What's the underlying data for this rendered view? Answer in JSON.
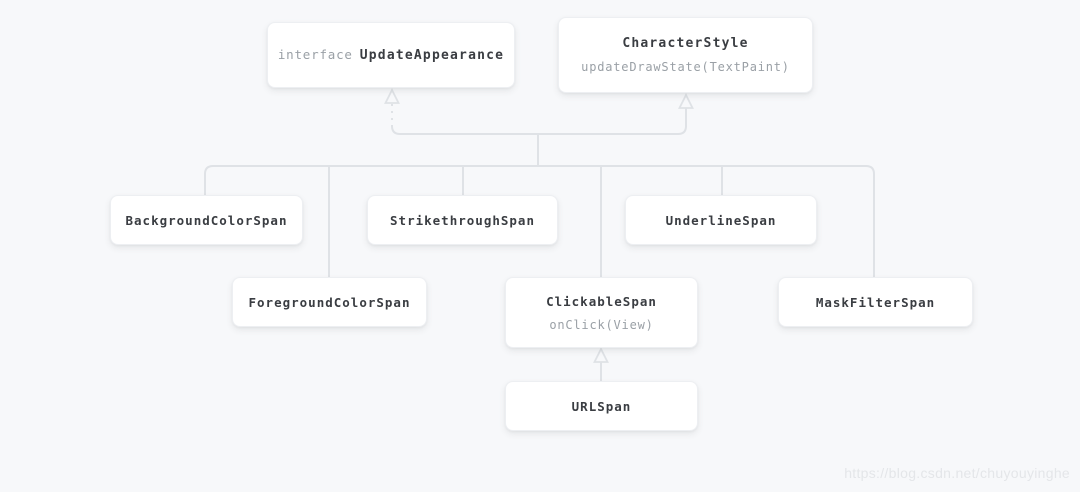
{
  "diagram": {
    "title_hint": "Android text span class hierarchy",
    "nodes": [
      {
        "id": "update-appearance",
        "keyword": "interface",
        "name": "UpdateAppearance",
        "sub": ""
      },
      {
        "id": "character-style",
        "keyword": "",
        "name": "CharacterStyle",
        "sub": "updateDrawState(TextPaint)"
      },
      {
        "id": "background-color-span",
        "name": "BackgroundColorSpan"
      },
      {
        "id": "strikethrough-span",
        "name": "StrikethroughSpan"
      },
      {
        "id": "underline-span",
        "name": "UnderlineSpan"
      },
      {
        "id": "foreground-color-span",
        "name": "ForegroundColorSpan"
      },
      {
        "id": "clickable-span",
        "name": "ClickableSpan",
        "sub": "onClick(View)"
      },
      {
        "id": "mask-filter-span",
        "name": "MaskFilterSpan"
      },
      {
        "id": "url-span",
        "name": "URLSpan"
      }
    ],
    "edges": [
      {
        "from": "span-classes-group",
        "to": "update-appearance",
        "type": "realization-dashed-hollow-arrow"
      },
      {
        "from": "span-classes-group",
        "to": "character-style",
        "type": "generalization-solid-hollow-arrow"
      },
      {
        "group_children": [
          "background-color-span",
          "foreground-color-span",
          "strikethrough-span",
          "clickable-span",
          "underline-span",
          "mask-filter-span"
        ]
      },
      {
        "from": "url-span",
        "to": "clickable-span",
        "type": "generalization-solid-hollow-arrow"
      }
    ]
  },
  "colors": {
    "background": "#f7f8fa",
    "box_bg": "#ffffff",
    "box_border": "#edeff2",
    "line": "#dfe2e6",
    "text_primary": "#3a3d42",
    "text_secondary": "#9aa0a6",
    "watermark": "#e4e6e9"
  },
  "watermark": {
    "text": "https://blog.csdn.net/chuyouyinghe"
  }
}
